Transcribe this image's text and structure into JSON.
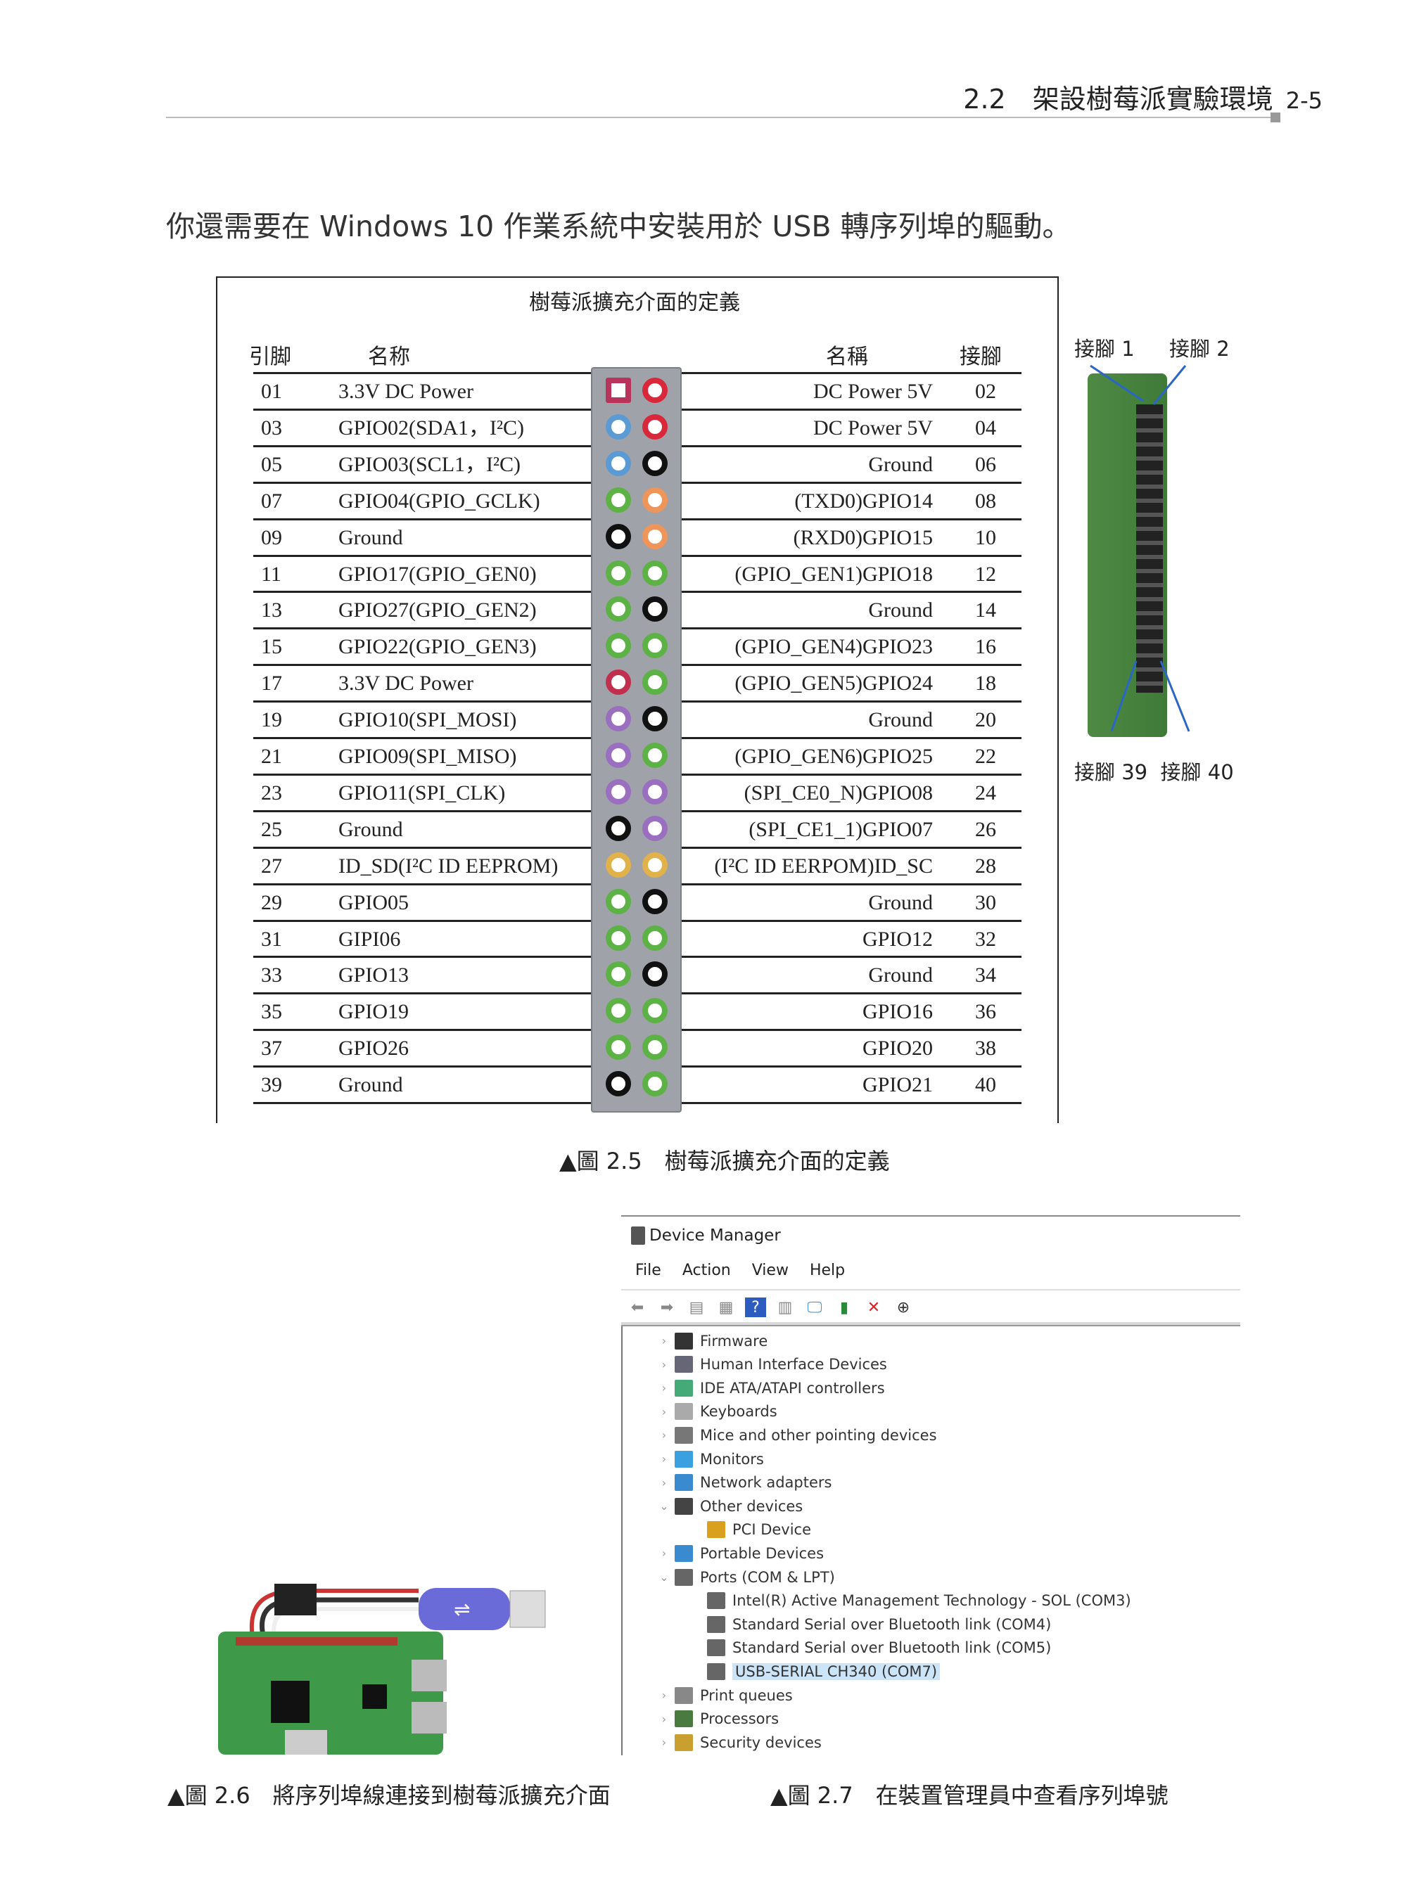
{
  "header": {
    "section": "2.2　架設樹莓派實驗環境",
    "page": "2-5"
  },
  "intro": "你還需要在 Windows 10 作業系統中安裝用於 USB 轉序列埠的驅動。",
  "gpio_table": {
    "title": "樹莓派擴充介面的定義",
    "headers": {
      "left_pin": "引脚",
      "left_name": "名称",
      "right_name": "名稱",
      "right_pin": "接腳"
    },
    "rows": [
      {
        "lp": "01",
        "ln": "3.3V DC Power",
        "lt": "power3v3sq",
        "rt": "power5v",
        "rn": "DC Power 5V",
        "rp": "02"
      },
      {
        "lp": "03",
        "ln": "GPIO02(SDA1，I²C)",
        "lt": "i2c",
        "rt": "power5v",
        "rn": "DC Power 5V",
        "rp": "04"
      },
      {
        "lp": "05",
        "ln": "GPIO03(SCL1，I²C)",
        "lt": "i2c",
        "rt": "ground",
        "rn": "Ground",
        "rp": "06"
      },
      {
        "lp": "07",
        "ln": "GPIO04(GPIO_GCLK)",
        "lt": "gpio",
        "rt": "uart",
        "rn": "(TXD0)GPIO14",
        "rp": "08"
      },
      {
        "lp": "09",
        "ln": "Ground",
        "lt": "ground",
        "rt": "uart",
        "rn": "(RXD0)GPIO15",
        "rp": "10"
      },
      {
        "lp": "11",
        "ln": "GPIO17(GPIO_GEN0)",
        "lt": "gpio",
        "rt": "gpio",
        "rn": "(GPIO_GEN1)GPIO18",
        "rp": "12"
      },
      {
        "lp": "13",
        "ln": "GPIO27(GPIO_GEN2)",
        "lt": "gpio",
        "rt": "ground",
        "rn": "Ground",
        "rp": "14"
      },
      {
        "lp": "15",
        "ln": "GPIO22(GPIO_GEN3)",
        "lt": "gpio",
        "rt": "gpio",
        "rn": "(GPIO_GEN4)GPIO23",
        "rp": "16"
      },
      {
        "lp": "17",
        "ln": "3.3V DC Power",
        "lt": "power3v3",
        "rt": "gpio",
        "rn": "(GPIO_GEN5)GPIO24",
        "rp": "18"
      },
      {
        "lp": "19",
        "ln": "GPIO10(SPI_MOSI)",
        "lt": "spi",
        "rt": "ground",
        "rn": "Ground",
        "rp": "20"
      },
      {
        "lp": "21",
        "ln": "GPIO09(SPI_MISO)",
        "lt": "spi",
        "rt": "gpio",
        "rn": "(GPIO_GEN6)GPIO25",
        "rp": "22"
      },
      {
        "lp": "23",
        "ln": "GPIO11(SPI_CLK)",
        "lt": "spi",
        "rt": "spi",
        "rn": "(SPI_CE0_N)GPIO08",
        "rp": "24"
      },
      {
        "lp": "25",
        "ln": "Ground",
        "lt": "ground",
        "rt": "spi",
        "rn": "(SPI_CE1_1)GPIO07",
        "rp": "26"
      },
      {
        "lp": "27",
        "ln": "ID_SD(I²C ID EEPROM)",
        "lt": "eeprom",
        "rt": "eeprom",
        "rn": "(I²C ID EERPOM)ID_SC",
        "rp": "28"
      },
      {
        "lp": "29",
        "ln": "GPIO05",
        "lt": "gpio",
        "rt": "ground",
        "rn": "Ground",
        "rp": "30"
      },
      {
        "lp": "31",
        "ln": "GIPI06",
        "lt": "gpio",
        "rt": "gpio",
        "rn": "GPIO12",
        "rp": "32"
      },
      {
        "lp": "33",
        "ln": "GPIO13",
        "lt": "gpio",
        "rt": "ground",
        "rn": "Ground",
        "rp": "34"
      },
      {
        "lp": "35",
        "ln": "GPIO19",
        "lt": "gpio",
        "rt": "gpio",
        "rn": "GPIO16",
        "rp": "36"
      },
      {
        "lp": "37",
        "ln": "GPIO26",
        "lt": "gpio",
        "rt": "gpio",
        "rn": "GPIO20",
        "rp": "38"
      },
      {
        "lp": "39",
        "ln": "Ground",
        "lt": "ground",
        "rt": "gpio",
        "rn": "GPIO21",
        "rp": "40"
      }
    ],
    "pin_colors": {
      "power3v3sq": "#b8345a",
      "power3v3": "#c0304e",
      "power5v": "#d8283a",
      "i2c": "#5b9bd5",
      "ground": "#111111",
      "gpio": "#5cb244",
      "uart": "#f0955a",
      "spi": "#9b6fc0",
      "eeprom": "#e2b24a"
    }
  },
  "board_labels": {
    "pin1": "接腳 1",
    "pin2": "接腳 2",
    "pin39_40": "接腳 39  接腳 40"
  },
  "captions": {
    "fig25": "▲圖 2.5　樹莓派擴充介面的定義",
    "fig26": "▲圖 2.6　將序列埠線連接到樹莓派擴充介面",
    "fig27": "▲圖 2.7　在裝置管理員中查看序列埠號"
  },
  "device_manager": {
    "title": "Device Manager",
    "menu": [
      "File",
      "Action",
      "View",
      "Help"
    ],
    "tree": [
      {
        "label": "Firmware",
        "level": 0,
        "state": "collapsed",
        "icon": "#333"
      },
      {
        "label": "Human Interface Devices",
        "level": 0,
        "state": "collapsed",
        "icon": "#667"
      },
      {
        "label": "IDE ATA/ATAPI controllers",
        "level": 0,
        "state": "collapsed",
        "icon": "#4a7"
      },
      {
        "label": "Keyboards",
        "level": 0,
        "state": "collapsed",
        "icon": "#aaa"
      },
      {
        "label": "Mice and other pointing devices",
        "level": 0,
        "state": "collapsed",
        "icon": "#777"
      },
      {
        "label": "Monitors",
        "level": 0,
        "state": "collapsed",
        "icon": "#3aa0e0"
      },
      {
        "label": "Network adapters",
        "level": 0,
        "state": "collapsed",
        "icon": "#3a8ad0"
      },
      {
        "label": "Other devices",
        "level": 0,
        "state": "expanded",
        "icon": "#444"
      },
      {
        "label": "PCI Device",
        "level": 1,
        "state": "leaf",
        "icon": "#d9a020"
      },
      {
        "label": "Portable Devices",
        "level": 0,
        "state": "collapsed",
        "icon": "#3a8ad0"
      },
      {
        "label": "Ports (COM & LPT)",
        "level": 0,
        "state": "expanded",
        "icon": "#666"
      },
      {
        "label": "Intel(R) Active Management Technology - SOL (COM3)",
        "level": 1,
        "state": "leaf",
        "icon": "#666"
      },
      {
        "label": "Standard Serial over Bluetooth link (COM4)",
        "level": 1,
        "state": "leaf",
        "icon": "#666"
      },
      {
        "label": "Standard Serial over Bluetooth link (COM5)",
        "level": 1,
        "state": "leaf",
        "icon": "#666"
      },
      {
        "label": "USB-SERIAL CH340 (COM7)",
        "level": 1,
        "state": "leaf",
        "icon": "#666",
        "selected": true
      },
      {
        "label": "Print queues",
        "level": 0,
        "state": "collapsed",
        "icon": "#888"
      },
      {
        "label": "Processors",
        "level": 0,
        "state": "collapsed",
        "icon": "#4a7a40"
      },
      {
        "label": "Security devices",
        "level": 0,
        "state": "collapsed",
        "icon": "#c9a030"
      }
    ]
  }
}
